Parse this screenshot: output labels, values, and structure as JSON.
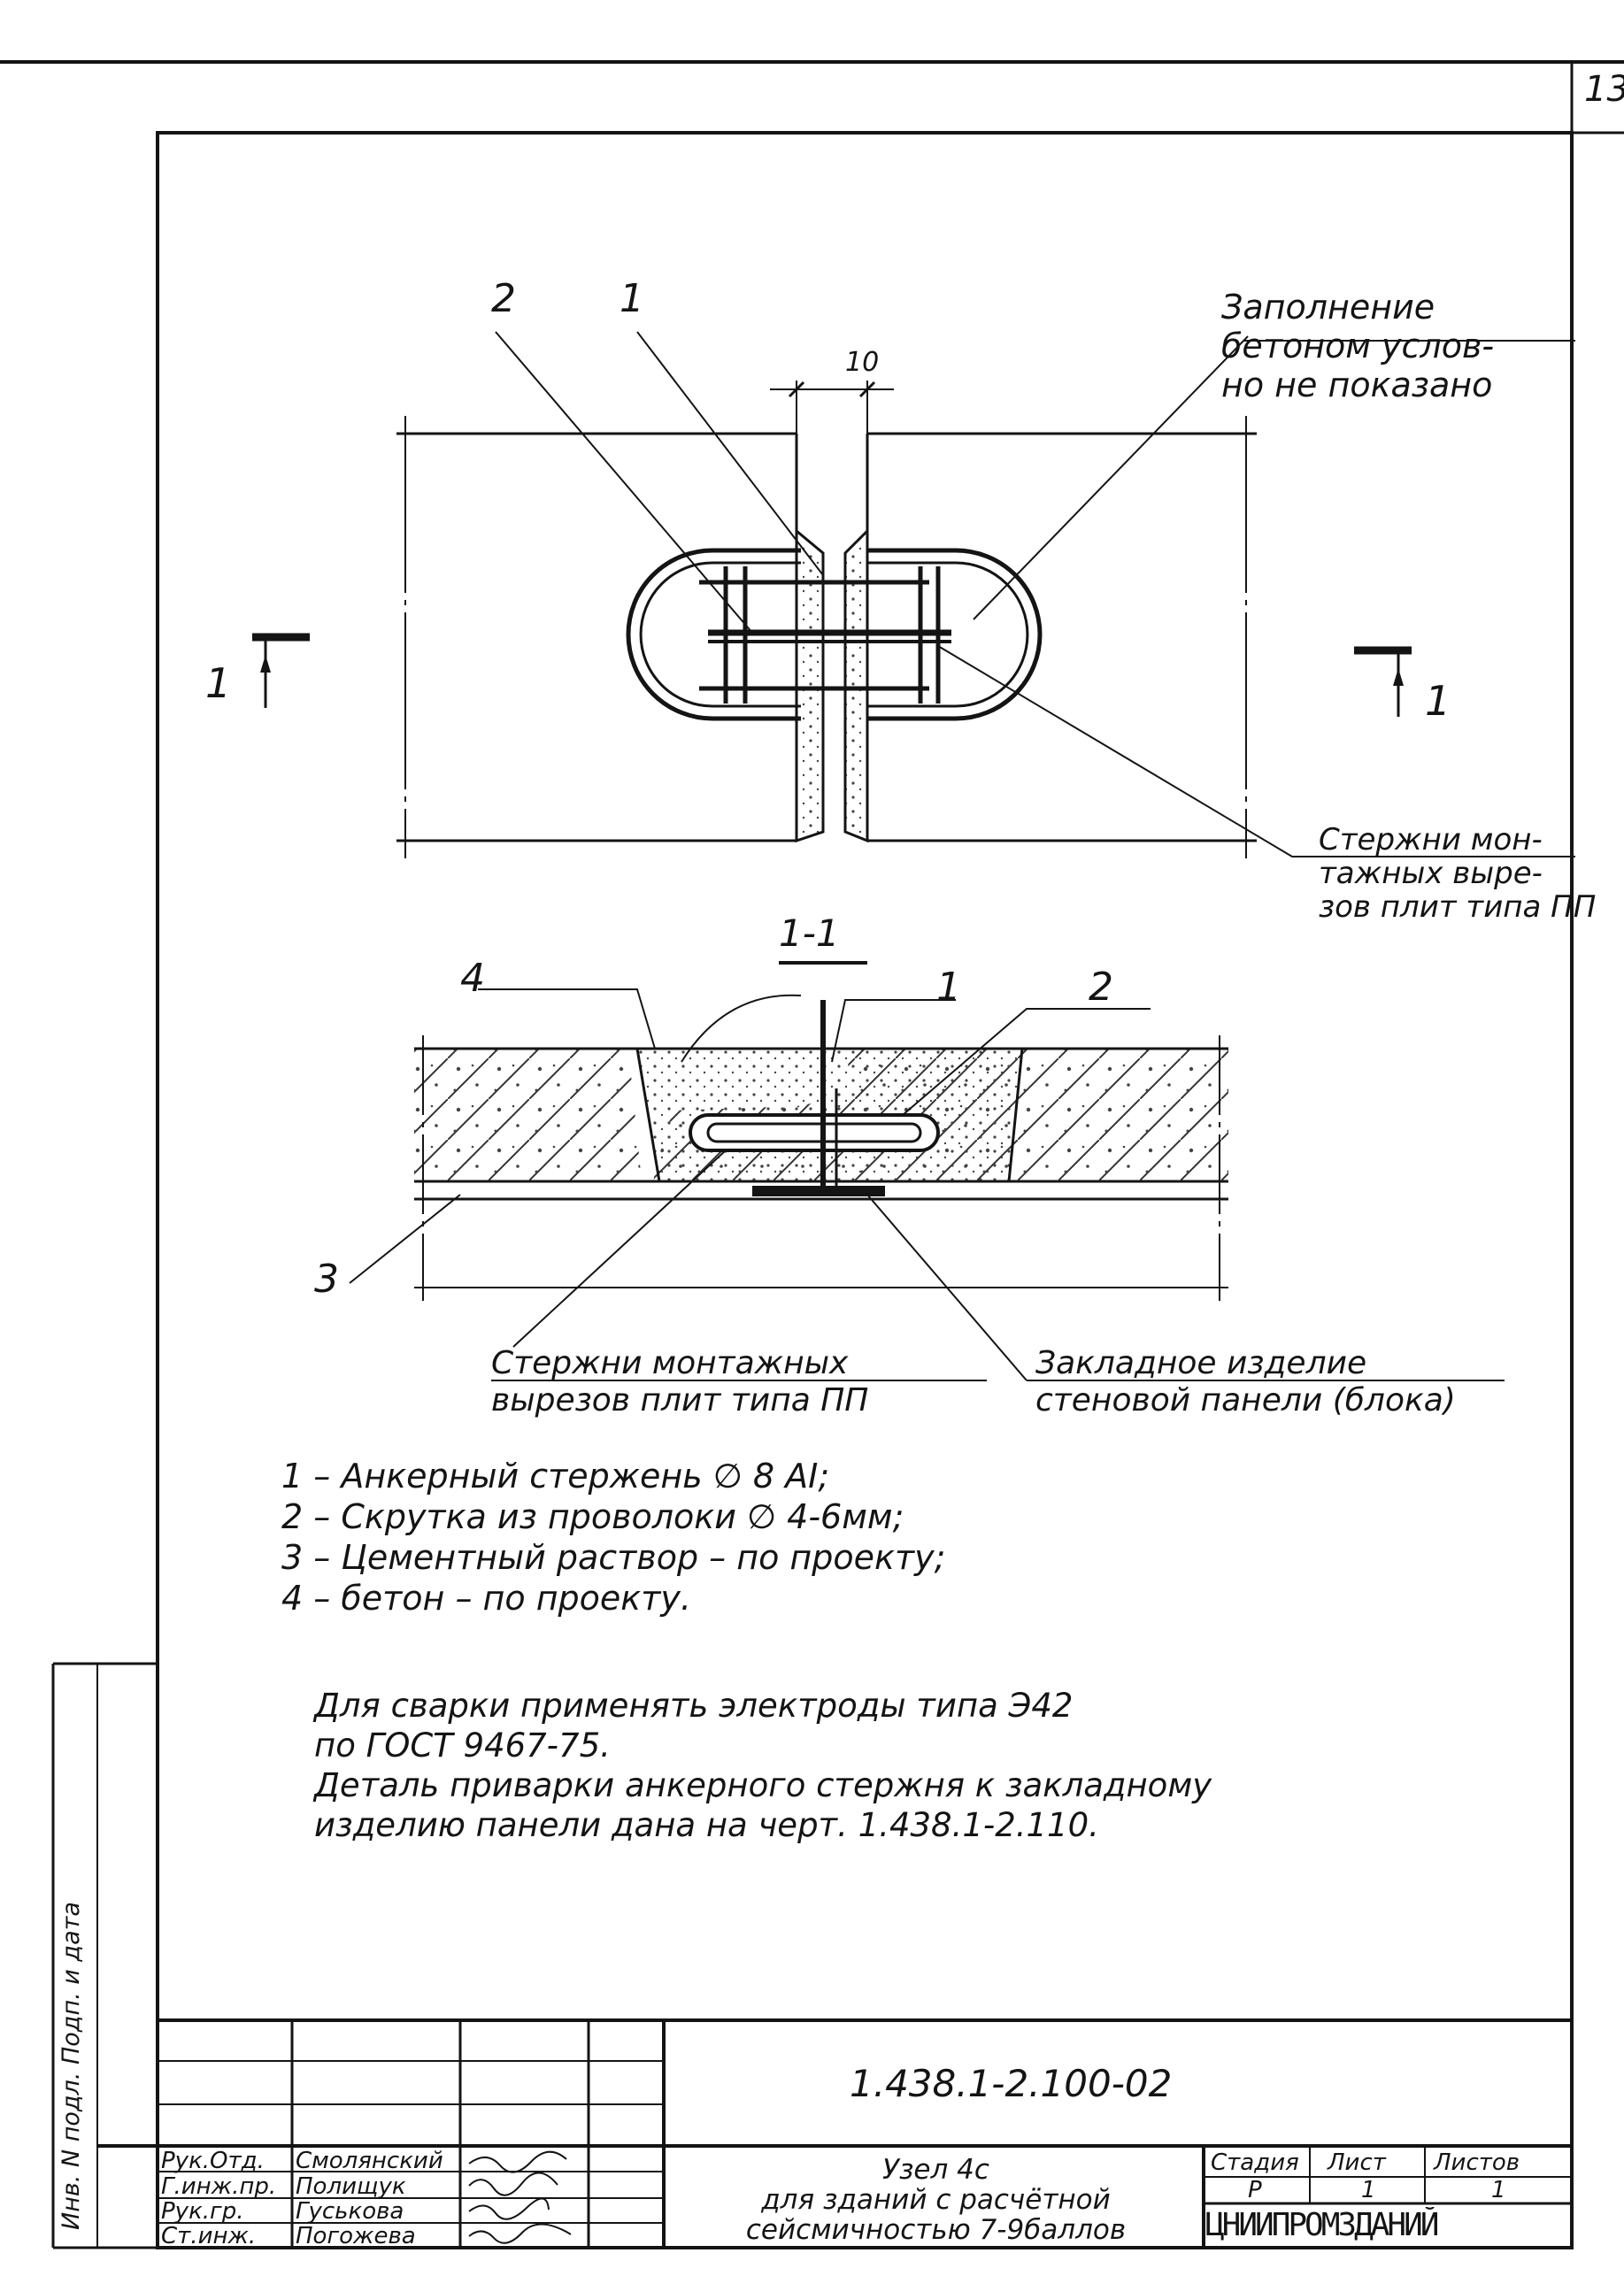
{
  "sheet": {
    "page_number": "13",
    "plan": {
      "callout_2": "2",
      "callout_1": "1",
      "dim_gap": "10",
      "section_left": "1",
      "section_right": "1",
      "note_fill": [
        "Заполнение",
        "бетоном услов-",
        "но не показано"
      ],
      "note_rods": [
        "Стержни мон-",
        "тажных выре-",
        "зов плит типа ПП"
      ]
    },
    "section": {
      "title": "1-1",
      "callout_4": "4",
      "callout_1": "1",
      "callout_2": "2",
      "callout_3": "3",
      "note_rods": [
        "Стержни монтажных",
        "вырезов плит типа ПП"
      ],
      "note_embed": [
        "Закладное изделие",
        "стеновой панели (блока)"
      ]
    },
    "legend": [
      "1 – Анкерный стержень ∅ 8 AI;",
      "2 – Скрутка из проволоки ∅ 4-6мм;",
      "3 – Цементный раствор – по проекту;",
      "4 – бетон – по проекту."
    ],
    "notes": [
      "Для сварки применять электроды типа Э42",
      "по ГОСТ 9467-75.",
      "Деталь приварки анкерного стержня к закладному",
      "изделию панели дана на черт. 1.438.1-2.110."
    ],
    "side_stamp": "Инв. N подл. Подп. и дата"
  },
  "title_block": {
    "doc_code": "1.438.1-2.100-02",
    "title_lines": [
      "Узел 4с",
      "для зданий с расчётной",
      "сейсмичностью 7-9баллов"
    ],
    "stage_header": "Стадия",
    "sheet_header": "Лист",
    "sheets_header": "Листов",
    "stage": "Р",
    "sheet": "1",
    "sheets": "1",
    "organization": "ЦНИИПРОМЗДАНИЙ",
    "people": [
      {
        "role": "Рук.Отд.",
        "name": "Смолянский"
      },
      {
        "role": "Г.инж.пр.",
        "name": "Полищук"
      },
      {
        "role": "Рук.гр.",
        "name": "Гуськова"
      },
      {
        "role": "Ст.инж.",
        "name": "Погожева"
      }
    ]
  }
}
